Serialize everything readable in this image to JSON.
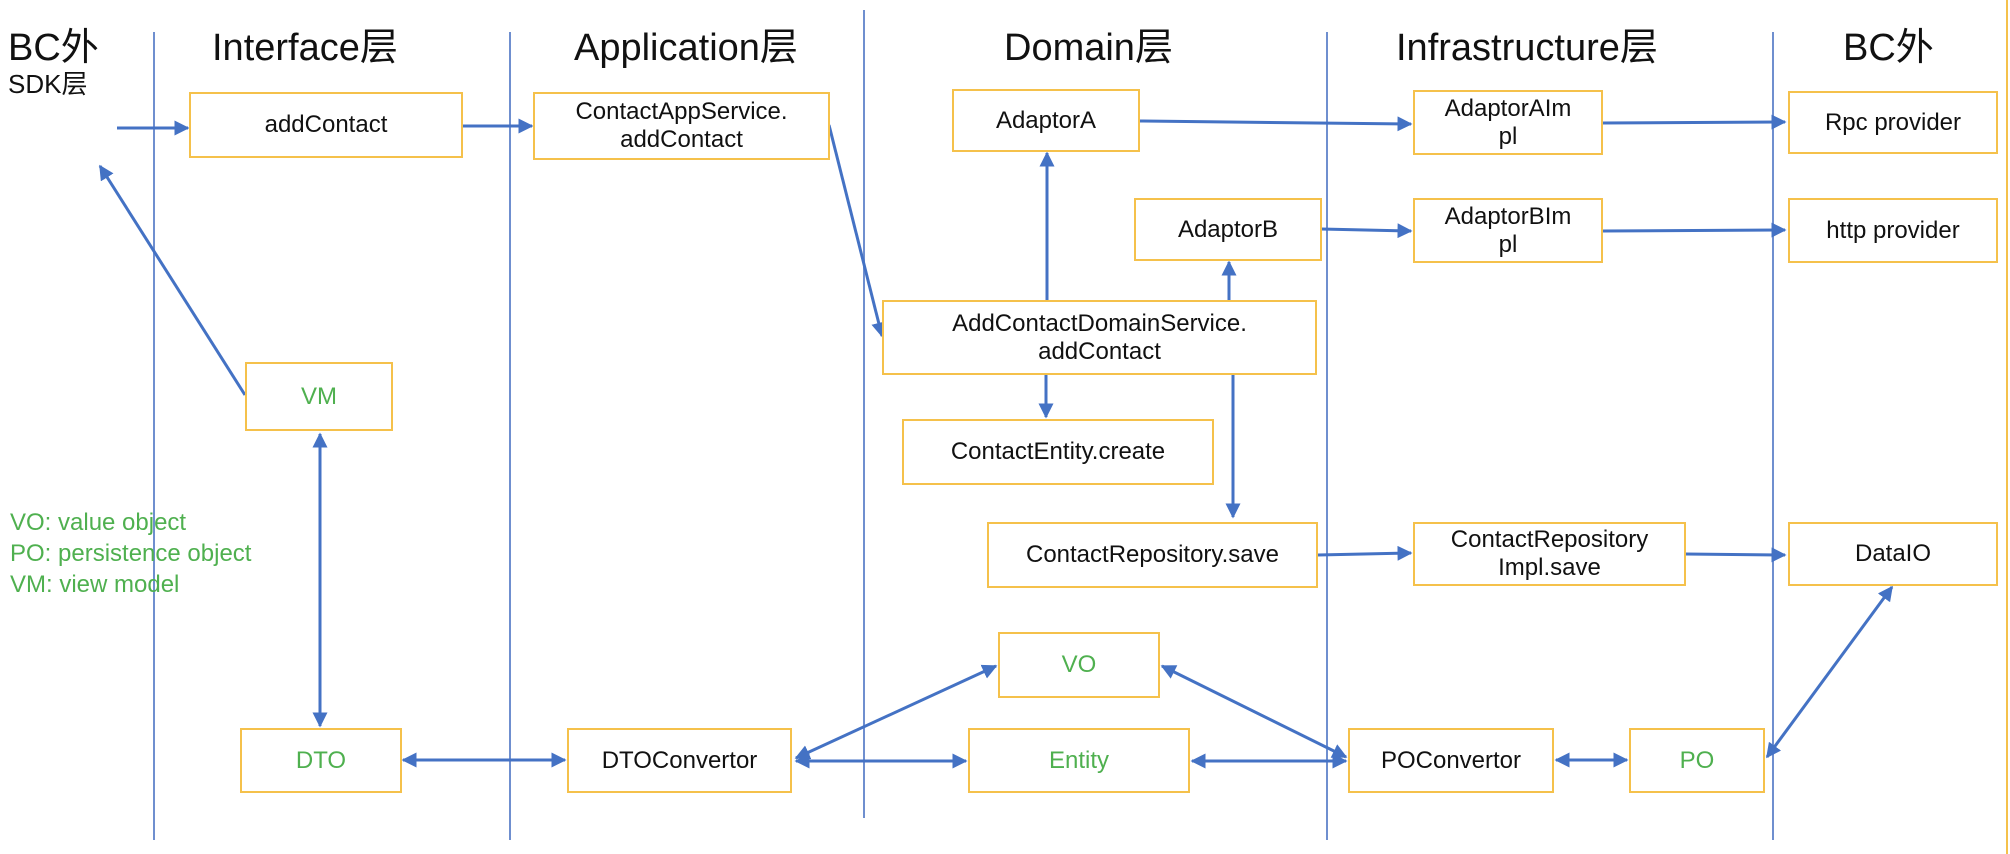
{
  "columns": {
    "bc_outside_left": "BC外",
    "sdk": "SDK层",
    "interface": "Interface层",
    "application": "Application层",
    "domain": "Domain层",
    "infrastructure": "Infrastructure层",
    "bc_outside_right": "BC外"
  },
  "nodes": {
    "add_contact": "addContact",
    "contact_app_service": [
      "ContactAppService.",
      "addContact"
    ],
    "adaptor_a": "AdaptorA",
    "adaptor_b": "AdaptorB",
    "adaptor_a_impl": [
      "AdaptorAIm",
      "pl"
    ],
    "adaptor_b_impl": [
      "AdaptorBIm",
      "pl"
    ],
    "rpc_provider": "Rpc provider",
    "http_provider": "http provider",
    "domain_service": [
      "AddContactDomainService.",
      "addContact"
    ],
    "contact_entity_create": "ContactEntity.create",
    "contact_repository_save": "ContactRepository.save",
    "contact_repository_impl": [
      "ContactRepository",
      "Impl.save"
    ],
    "data_io": "DataIO",
    "vm": "VM",
    "dto": "DTO",
    "dto_convertor": "DTOConvertor",
    "vo": "VO",
    "entity": "Entity",
    "po_convertor": "POConvertor",
    "po": "PO"
  },
  "legend": [
    "VO: value object",
    "PO: persistence object",
    "VM: view model"
  ],
  "colors": {
    "line": "#4472c4",
    "box_border": "#f5c14b",
    "green_text": "#4fb04f",
    "text": "#111111"
  }
}
